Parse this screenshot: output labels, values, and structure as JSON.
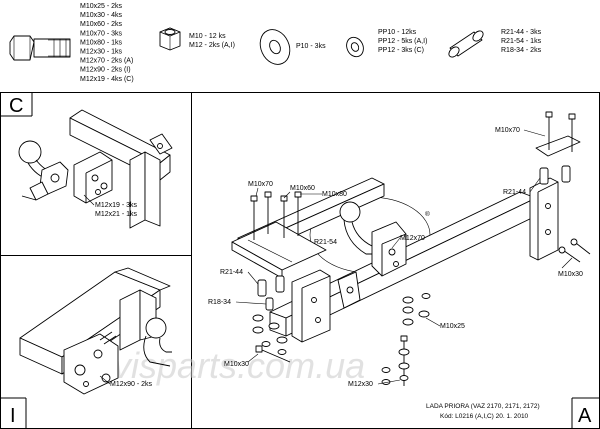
{
  "hardware": {
    "bolt": [
      "M10x25 - 2ks",
      "M10x30 - 4ks",
      "M10x60 - 2ks",
      "M10x70 - 3ks",
      "M10x80 - 1ks",
      "M12x30 - 1ks",
      "M12x70 - 2ks (A)",
      "M12x90 - 2ks (I)",
      "M12x19 - 4ks (C)"
    ],
    "nut": [
      "M10 - 12 ks",
      "M12 - 2ks (A,I)"
    ],
    "washer": [
      "P10 - 3ks"
    ],
    "spring_washer": [
      "PP10 - 12ks",
      "PP12 - 5ks (A,I)",
      "PP12 - 3ks (C)"
    ],
    "spacer": [
      "R21-44 - 3ks",
      "R21-54 - 1ks",
      "R18-34 - 2ks"
    ]
  },
  "panels": {
    "c": {
      "letter": "C",
      "labels": [
        "M12x19 - 3ks",
        "M12x21 - 1ks"
      ]
    },
    "i": {
      "letter": "I",
      "labels": [
        "M12x90 - 2ks"
      ]
    },
    "a": {
      "letter": "A",
      "labels": {
        "m10x70_top_right": "M10x70",
        "r21_44_right": "R21-44",
        "m10x30_right": "M10x30",
        "m10x70_left": "M10x70",
        "m10x60": "M10x60",
        "m10x80": "M10x80",
        "r21_54": "R21-54",
        "m12x70": "M12x70",
        "r21_44_left": "R21-44",
        "r18_34": "R18-34",
        "m10x25": "M10x25",
        "m10x30_left": "M10x30",
        "m12x30": "M12x30"
      },
      "model": "LADA PRIORA (VAZ 2170, 2171, 2172)",
      "code": "Kód: L0216 (A,I,C)  20. 1. 2010"
    }
  },
  "watermark": "savisparts.com.ua",
  "logo_mark": "®"
}
